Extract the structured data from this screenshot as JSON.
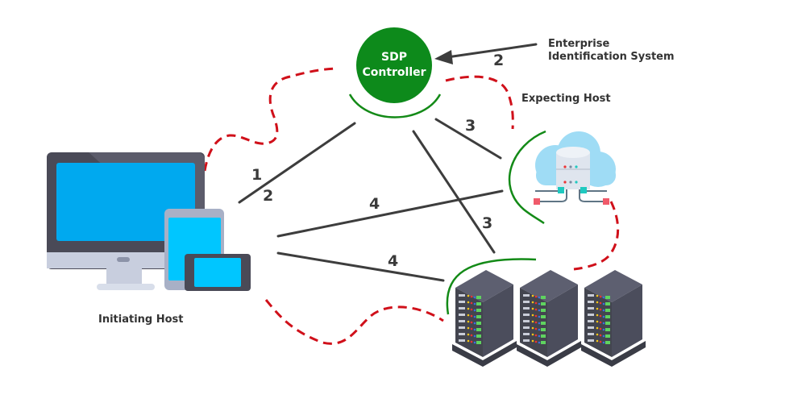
{
  "diagram": {
    "title": "SDP architecture",
    "nodes": {
      "controller": {
        "line1": "SDP",
        "line2": "Controller",
        "color": "#0d8a1b"
      },
      "identity": {
        "line1": "Enterprise",
        "line2": "Identification System"
      },
      "expecting_host": {
        "label": "Expecting Host"
      },
      "initiating_host": {
        "label": "Initiating Host"
      }
    },
    "steps": {
      "identity_to_controller": "2",
      "init_to_controller_a": "1",
      "init_to_controller_b": "2",
      "controller_to_expecting": "3",
      "controller_to_servers": "3",
      "init_to_expecting": "4",
      "init_to_servers": "4"
    },
    "colors": {
      "line": "#3d3d3d",
      "dashed": "#d0101a",
      "arc": "#138a17",
      "screen": "#00a9ef",
      "screen_light": "#00c6ff",
      "device_dark": "#4a4a57",
      "server": "#4b4d5c"
    }
  }
}
